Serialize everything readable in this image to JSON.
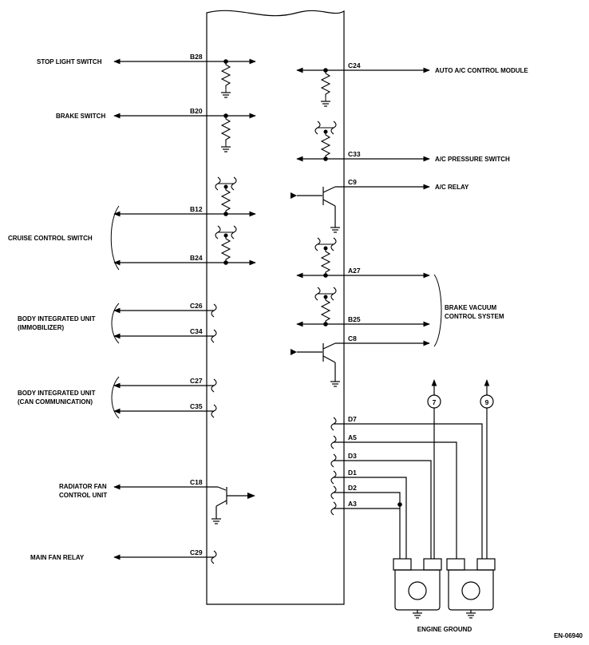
{
  "labels": {
    "stop_light_switch": "STOP LIGHT SWITCH",
    "brake_switch": "BRAKE SWITCH",
    "cruise_control_switch": "CRUISE CONTROL SWITCH",
    "body_integrated_unit_immobilizer_1": "BODY INTEGRATED UNIT",
    "body_integrated_unit_immobilizer_2": "(IMMOBILIZER)",
    "body_integrated_unit_can_1": "BODY INTEGRATED UNIT",
    "body_integrated_unit_can_2": "(CAN COMMUNICATION)",
    "radiator_fan_control_unit_1": "RADIATOR FAN",
    "radiator_fan_control_unit_2": "CONTROL UNIT",
    "main_fan_relay": "MAIN FAN RELAY",
    "auto_ac_control_module": "AUTO A/C CONTROL MODULE",
    "ac_pressure_switch": "A/C PRESSURE SWITCH",
    "ac_relay": "A/C RELAY",
    "brake_vacuum_control_system_1": "BRAKE VACUUM",
    "brake_vacuum_control_system_2": "CONTROL SYSTEM",
    "engine_ground": "ENGINE GROUND",
    "figure_id": "EN-06940"
  },
  "pins": {
    "b28": "B28",
    "b20": "B20",
    "b12": "B12",
    "b24": "B24",
    "c26": "C26",
    "c34": "C34",
    "c27": "C27",
    "c35": "C35",
    "c18": "C18",
    "c29": "C29",
    "c24": "C24",
    "c33": "C33",
    "c9": "C9",
    "a27": "A27",
    "b25": "B25",
    "c8": "C8",
    "d7": "D7",
    "a5": "A5",
    "d3": "D3",
    "d1": "D1",
    "d2": "D2",
    "a3": "A3"
  },
  "refs": {
    "ref_7": "7",
    "ref_9": "9"
  }
}
